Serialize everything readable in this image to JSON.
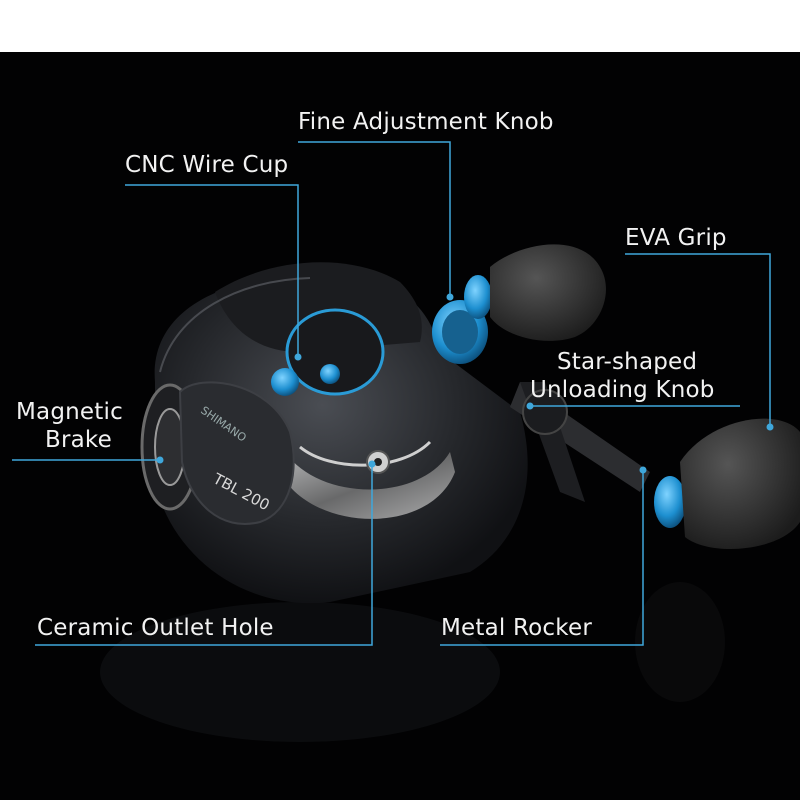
{
  "product": {
    "brand_logo_text": "SHIMANO",
    "model_text": "TBL 200"
  },
  "callouts": {
    "fine_adjustment_knob": "Fine Adjustment Knob",
    "cnc_wire_cup": "CNC Wire Cup",
    "eva_grip": "EVA Grip",
    "star_shaped_line1": "Star-shaped",
    "star_shaped_line2": "Unloading Knob",
    "magnetic_line1": "Magnetic",
    "magnetic_line2": "Brake",
    "ceramic_outlet_hole": "Ceramic Outlet Hole",
    "metal_rocker": "Metal Rocker"
  },
  "colors": {
    "background": "#020203",
    "accent_blue": "#2a9bd6",
    "leader_line": "#3fa7db",
    "reel_body": "#2b2d31",
    "grip": "#3a3a3a"
  }
}
